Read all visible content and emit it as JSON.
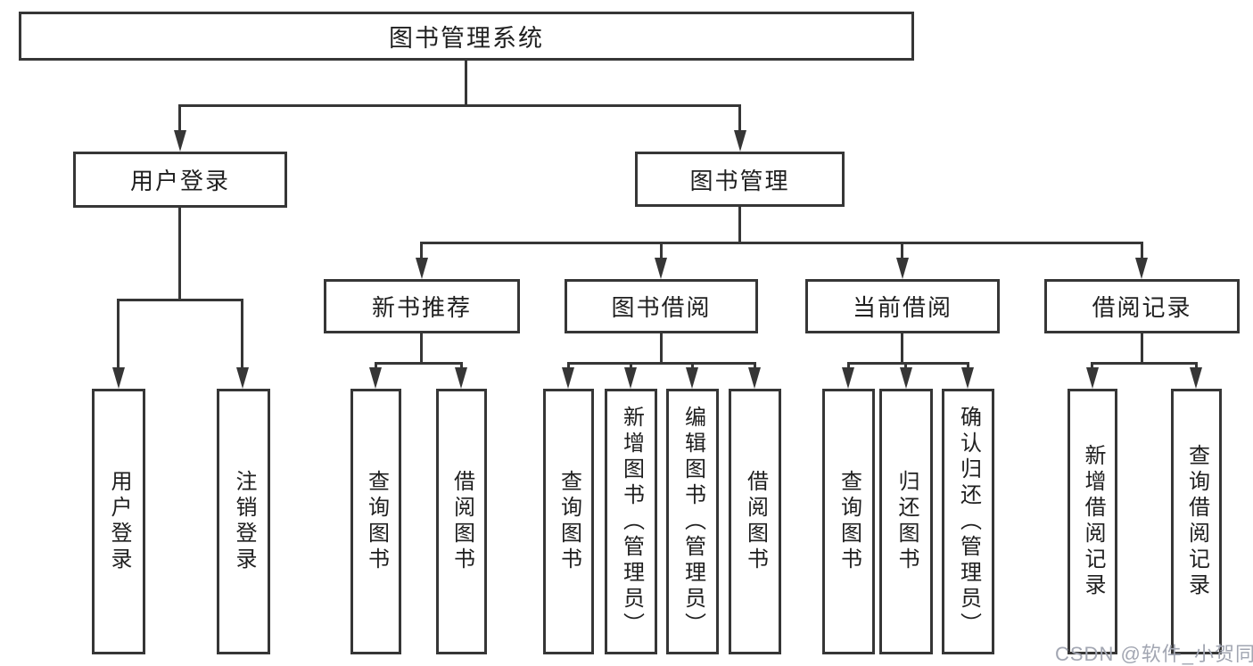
{
  "diagram": {
    "root": {
      "label": "图书管理系统"
    },
    "branches": [
      {
        "label": "用户登录",
        "children": [
          {
            "label": "用户登录"
          },
          {
            "label": "注销登录"
          }
        ]
      },
      {
        "label": "图书管理",
        "children": [
          {
            "label": "新书推荐",
            "children": [
              {
                "label": "查询图书"
              },
              {
                "label": "借阅图书"
              }
            ]
          },
          {
            "label": "图书借阅",
            "children": [
              {
                "label": "查询图书"
              },
              {
                "label": "新增图书（管理员）"
              },
              {
                "label": "编辑图书（管理员）"
              },
              {
                "label": "借阅图书"
              }
            ]
          },
          {
            "label": "当前借阅",
            "children": [
              {
                "label": "查询图书"
              },
              {
                "label": "归还图书"
              },
              {
                "label": "确认归还（管理员）"
              }
            ]
          },
          {
            "label": "借阅记录",
            "children": [
              {
                "label": "新增借阅记录"
              },
              {
                "label": "查询借阅记录"
              }
            ]
          }
        ]
      }
    ]
  },
  "watermark": {
    "text": "CSDN @软件_小贺同学"
  },
  "colors": {
    "line": "#363636",
    "text": "#1f1f1f",
    "background": "#ffffff",
    "watermark": "#a2a6b2"
  }
}
